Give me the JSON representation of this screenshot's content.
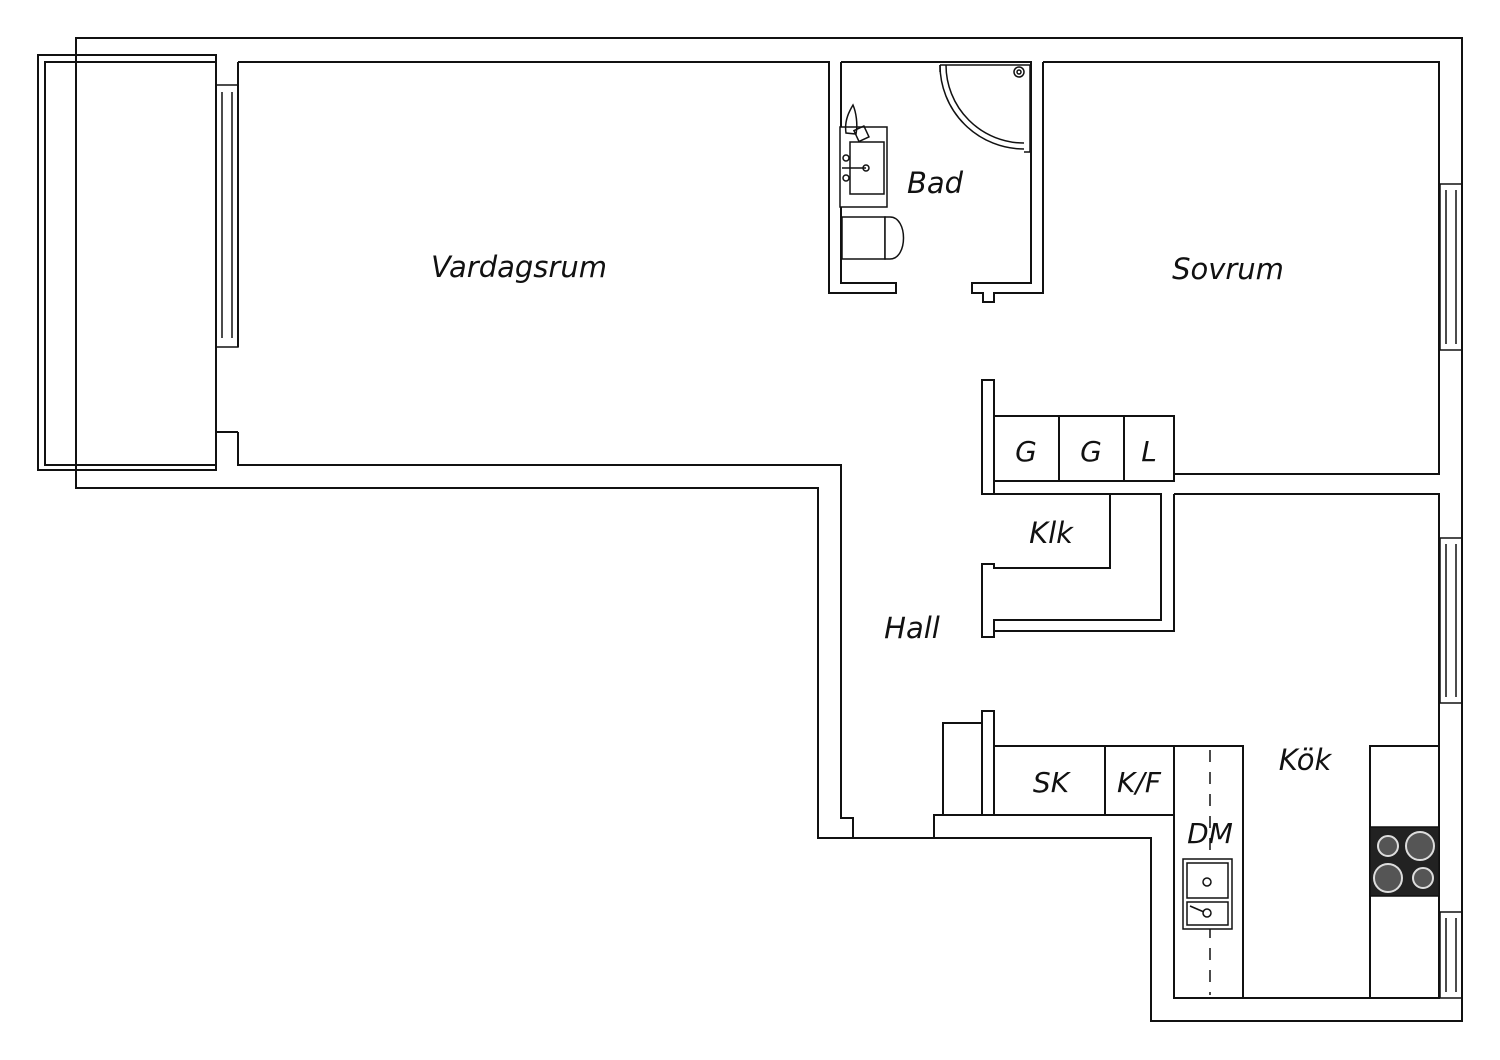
{
  "rooms": {
    "vardagsrum": "Vardagsrum",
    "bad": "Bad",
    "sovrum": "Sovrum",
    "hall": "Hall",
    "klk": "Klk",
    "kok": "Kök"
  },
  "storage": {
    "g1": "G",
    "g2": "G",
    "l": "L"
  },
  "kitchen": {
    "sk": "SK",
    "kf": "K/F",
    "dm": "DM"
  },
  "colors": {
    "wall": "#111111",
    "background": "#ffffff",
    "hob": "#222222"
  }
}
